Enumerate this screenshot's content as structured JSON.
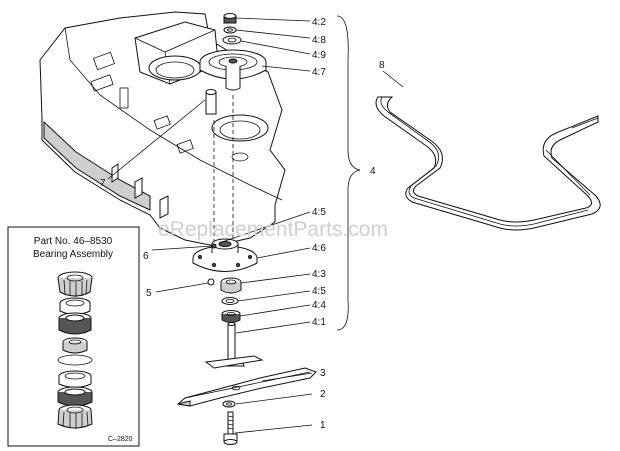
{
  "inset": {
    "title_line1": "Part No. 46–8530",
    "title_line2": "Bearing Assembly",
    "code": "C–2820"
  },
  "watermark": "eReplacementParts.com",
  "callouts": {
    "c4_2": "4:2",
    "c4_8": "4:8",
    "c4_9": "4:9",
    "c4_7": "4:7",
    "c8": "8",
    "c4": "4",
    "c7": "7",
    "c4_5a": "4:5",
    "c6": "6",
    "c4_6": "4:6",
    "c4_3": "4:3",
    "c5": "5",
    "c4_5b": "4:5",
    "c4_4": "4:4",
    "c4_1": "4:1",
    "c3": "3",
    "c2": "2",
    "c1": "1"
  }
}
